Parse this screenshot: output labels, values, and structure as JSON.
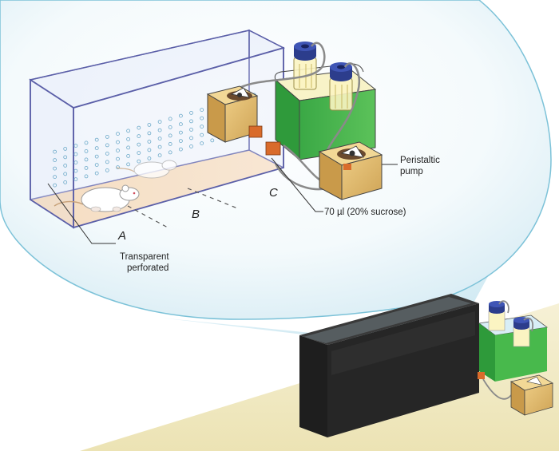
{
  "diagram": {
    "zones": {
      "a": "A",
      "b": "B",
      "c": "C"
    },
    "callouts": {
      "transparent_line1": "Transparent",
      "transparent_line2": "perforated",
      "pump_line1": "Peristaltic",
      "pump_line2": "pump",
      "dose": "70 µl (20% sucrose)"
    }
  },
  "colors": {
    "zoom_bubble": "#dff1f8",
    "bubble_outline": "#7cc2d8",
    "floor": "#f6d8b4",
    "box_outline": "#5b5fa8",
    "reservoir_green": "#46b549",
    "reservoir_cream": "#f8f3c8",
    "pump_tan": "#e0b96a",
    "cap_blue": "#2c3d8c",
    "valve_orange": "#d96b2b",
    "dark_box": "#262626",
    "table": "#f1ebc8"
  }
}
